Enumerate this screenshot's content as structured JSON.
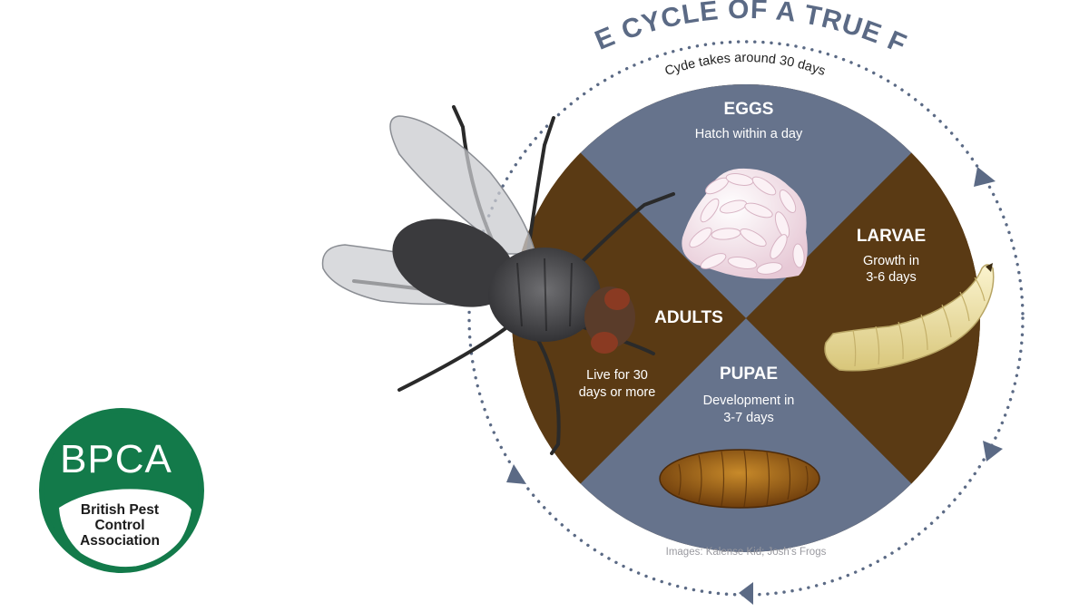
{
  "title": "LIFE CYCLE OF A TRUE FLY",
  "cycle_note": "Cyde takes around 30 days",
  "stages": {
    "eggs": {
      "title": "EGGS",
      "sub": "Hatch within a day"
    },
    "larvae": {
      "title": "LARVAE",
      "sub1": "Growth in",
      "sub2": "3-6 days"
    },
    "pupae": {
      "title": "PUPAE",
      "sub1": "Development in",
      "sub2": "3-7 days"
    },
    "adults": {
      "title": "ADULTS",
      "sub1": "Live for 30",
      "sub2": "days or more"
    }
  },
  "credit": "Images: Kalense Kid; Josh's Frogs",
  "logo": {
    "acronym": "BPCA",
    "name_line1": "British Pest",
    "name_line2": "Control",
    "name_line3": "Association"
  },
  "colors": {
    "slate": "#66738c",
    "brown": "#5a3a14",
    "title": "#5b6a85",
    "dots": "#5b6a85",
    "bpca_green": "#137a4a"
  },
  "icons": [
    "fly-image",
    "eggs-image",
    "larva-image",
    "pupa-image",
    "cycle-arrow-icon"
  ]
}
